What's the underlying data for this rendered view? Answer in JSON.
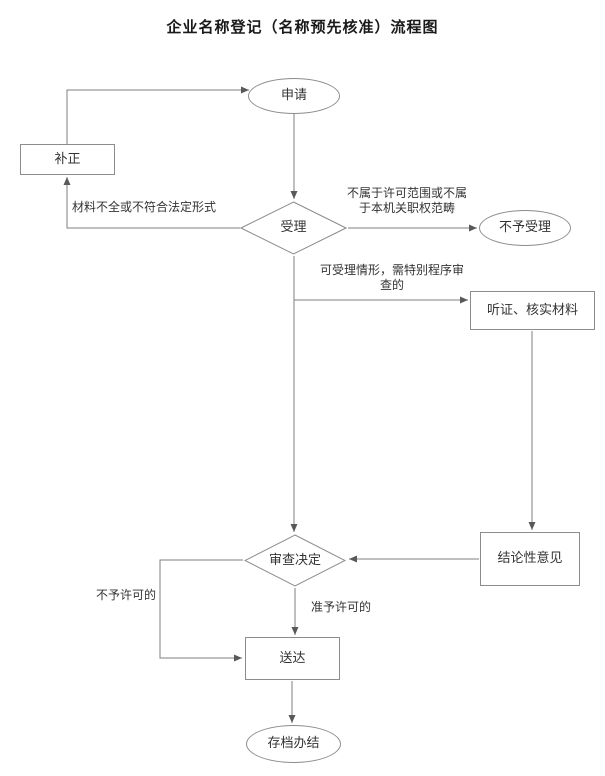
{
  "title": "企业名称登记（名称预先核准）流程图",
  "nodes": {
    "apply": {
      "label": "申请"
    },
    "correction": {
      "label": "补正"
    },
    "acceptance": {
      "label": "受理"
    },
    "not_accepted": {
      "label": "不予受理"
    },
    "hearing": {
      "label": "听证、核实材料"
    },
    "review_decision": {
      "label": "审查决定"
    },
    "conclusive_opinion": {
      "label": "结论性意见"
    },
    "delivery": {
      "label": "送达"
    },
    "archive": {
      "label": "存档办结"
    }
  },
  "edge_labels": {
    "materials_incomplete": "材料不全或不符合法定形式",
    "out_of_scope": "不属于许可范围或不属于本机关职权范畴",
    "special_procedure": "可受理情形，需特别程序审查的",
    "not_permitted": "不予许可的",
    "permitted": "准予许可的"
  },
  "colors": {
    "line": "#7f7f7f",
    "node_border": "#8c8c8c",
    "text": "#333333",
    "background": "#ffffff"
  }
}
